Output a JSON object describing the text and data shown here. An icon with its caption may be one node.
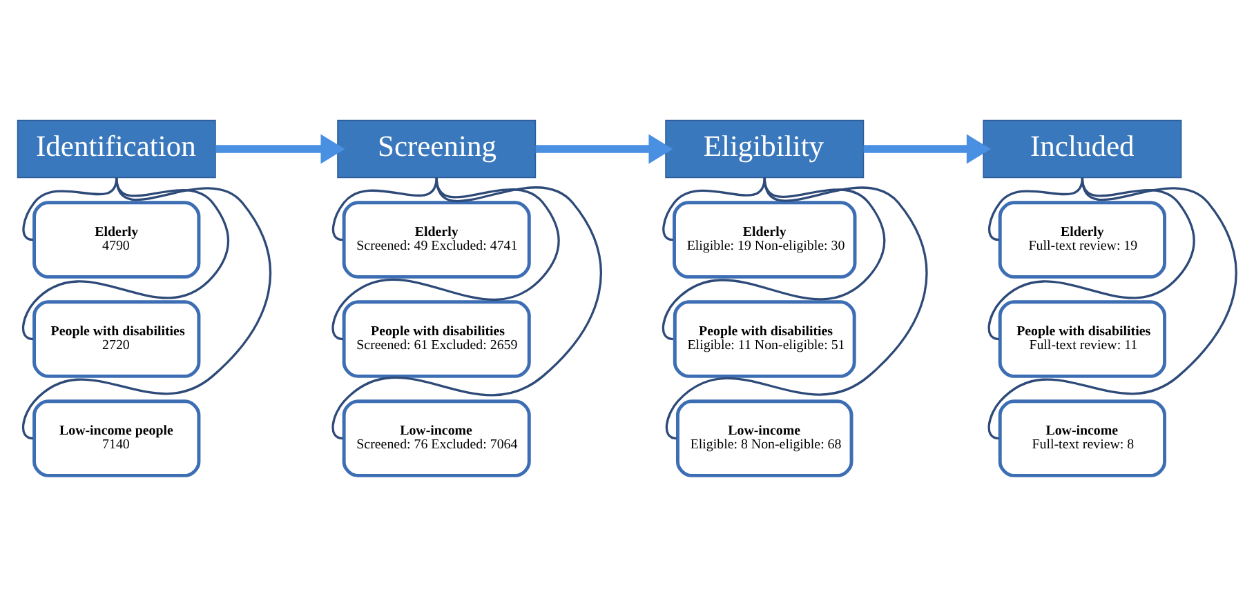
{
  "diagram": {
    "nodes": [
      {
        "text": [
          "Identification"
        ]
      },
      {
        "text": [
          "Elderly",
          "4790"
        ]
      },
      {
        "text": [
          "People with disabilities",
          "2720"
        ]
      },
      {
        "text": [
          "Low-income people",
          "7140"
        ]
      },
      {
        "text": [
          "Screening"
        ]
      },
      {
        "text": [
          "Elderly",
          "Screened: 49 Excluded: 4741"
        ]
      },
      {
        "text": [
          "People with disabilities",
          "Screened: 61 Excluded: 2659"
        ]
      },
      {
        "text": [
          "Low-income",
          "Screened: 76 Excluded: 7064"
        ]
      },
      {
        "text": [
          "Eligibility"
        ]
      },
      {
        "text": [
          "Elderly",
          "Eligible: 19 Non-eligible: 30"
        ]
      },
      {
        "text": [
          "People with disabilities",
          "Eligible: 11 Non-eligible: 51"
        ]
      },
      {
        "text": [
          "Low-income",
          "Eligible: 8 Non-eligible: 68"
        ]
      },
      {
        "text": [
          "Included"
        ]
      },
      {
        "text": [
          "Elderly",
          "Full-text review: 19"
        ]
      },
      {
        "text": [
          "People with disabilities",
          "Full-text review: 11"
        ]
      },
      {
        "text": [
          "Low-income",
          "Full-text review: 8"
        ]
      }
    ],
    "edges": [
      {
        "from": 0,
        "to": 1,
        "arrow": "none"
      },
      {
        "from": 0,
        "to": 2,
        "arrow": "none"
      },
      {
        "from": 0,
        "to": 3,
        "arrow": "none"
      },
      {
        "from": 0,
        "to": 4,
        "arrow": "to",
        "style": "thick",
        "color": "#4a90e2"
      },
      {
        "from": 4,
        "to": 5,
        "arrow": "none"
      },
      {
        "from": 4,
        "to": 6,
        "arrow": "none"
      },
      {
        "from": 4,
        "to": 7,
        "arrow": "none"
      },
      {
        "from": 4,
        "to": 8,
        "arrow": "to",
        "style": "thick",
        "color": "#4a90e2"
      },
      {
        "from": 8,
        "to": 9,
        "arrow": "none"
      },
      {
        "from": 8,
        "to": 10,
        "arrow": "none"
      },
      {
        "from": 8,
        "to": 11,
        "arrow": "none"
      },
      {
        "from": 8,
        "to": 12,
        "arrow": "to",
        "style": "thick",
        "color": "#4a90e2"
      },
      {
        "from": 12,
        "to": 13,
        "arrow": "none"
      },
      {
        "from": 12,
        "to": 14,
        "arrow": "none"
      },
      {
        "from": 12,
        "to": 15,
        "arrow": "none"
      }
    ]
  }
}
